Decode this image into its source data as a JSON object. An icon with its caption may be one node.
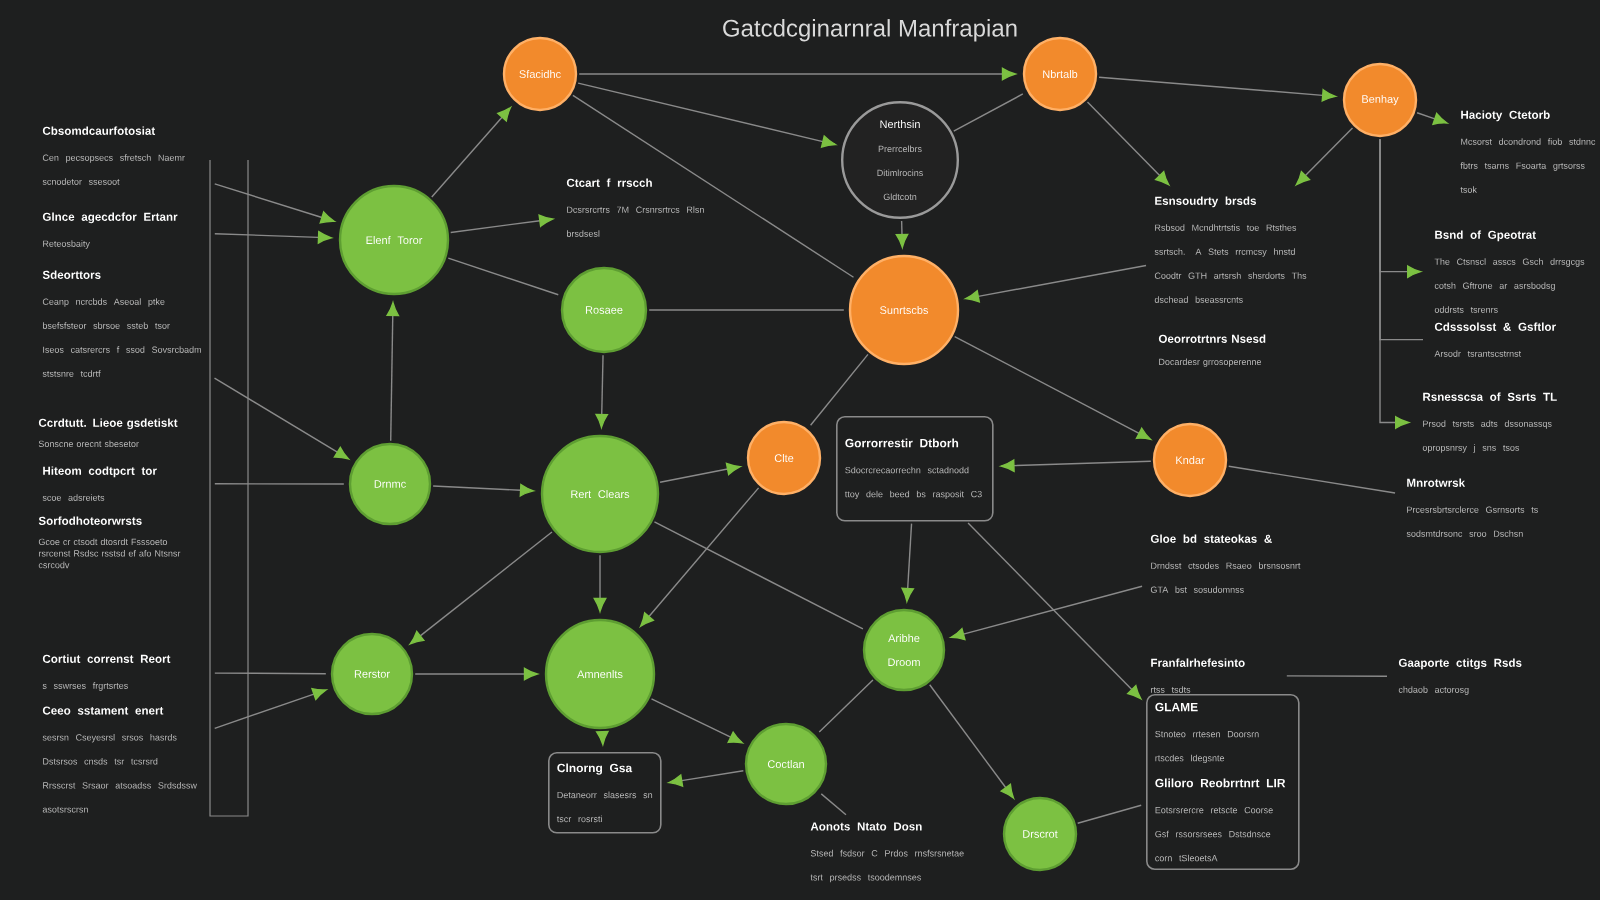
{
  "diagram": {
    "title": "Gatcdcginarnral Manfrapian",
    "nodes": [
      {
        "text": [
          "Sfacidhc"
        ]
      },
      {
        "text": [
          "Nbrtalb"
        ]
      },
      {
        "text": [
          "Benhay"
        ]
      },
      {
        "text": [
          "Nerthsin",
          "Prerrcelbrs Ditimlrocins Gldtcotn"
        ]
      },
      {
        "text": [
          "Elenf Toror"
        ]
      },
      {
        "text": [
          "Rosaee"
        ]
      },
      {
        "text": [
          "Sunrtscbs"
        ]
      },
      {
        "text": [
          "Drnmc"
        ]
      },
      {
        "text": [
          "Rert Clears"
        ]
      },
      {
        "text": [
          "Clte"
        ]
      },
      {
        "text": [
          "Kndar"
        ]
      },
      {
        "text": [
          "Gorrorrestir Dtborh",
          "Sdocrcrecaorrechn sctadnodd ttoy dele beed bs rasposit C3"
        ]
      },
      {
        "text": [
          "Rerstor"
        ]
      },
      {
        "text": [
          "Amnenlts"
        ]
      },
      {
        "text": [
          "Aribhe Droom"
        ]
      },
      {
        "text": [
          "Coctlan"
        ]
      },
      {
        "text": [
          "Drscrot"
        ]
      },
      {
        "text": [
          "Clnorng Gsa",
          "Detaneorr slasesrs sn tscr rosrsti"
        ]
      },
      {
        "text": [
          "GLAME",
          "Stnoteo rrtesen Doorsrn rtscdes ldegsnte",
          "Gliloro Reobrrtnrt LIR",
          "Eotsrsrercre retscte Coorse Gsf rssorsrsees Dstsdnsce corn tSleoetsA"
        ]
      },
      {
        "text": [
          "Cbsomdcaurfotosiat",
          "Cen pecsopsecs sfretsch Naemr scnodetor ssesoot"
        ]
      },
      {
        "text": [
          "Glnce agecdcfor Ertanr",
          "Reteosbaity"
        ]
      },
      {
        "text": [
          "Sdeorttors",
          "Ceanp ncrcbds Aseoal ptke bsefsfsteor sbrsoe ssteb tsor Iseos catsrercrs f ssod Sovsrcbadm ststsnre tcdrtf"
        ]
      },
      {
        "text": [
          "Hiteom codtpcrt tor",
          "scoe adsreiets"
        ]
      },
      {
        "text": [
          "Cortiut correnst Reort",
          "s sswrses frgrtsrtes"
        ]
      },
      {
        "text": [
          "Ceeo sstament enert",
          "sesrsn Cseyesrsl srsos hasrds Dstsrsos cnsds tsr tcsrsrd Rrsscrst Srsaor atsoadss Srdsdssw asotsrscrsn"
        ]
      },
      {
        "text": [
          "Ctcart f rrscch",
          "Dcsrsrcrtrs 7M Crsnrsrtrcs Rlsn brsdsesl"
        ]
      },
      {
        "text": [
          "Esnsoudrty brsds",
          "Rsbsod Mcndhtrtstis toe Rtsthes ssrtsch. A Stets rrcmcsy hnstd Coodtr GTH artsrsh shsrdorts Ths dschead bseassrcnts"
        ]
      },
      {
        "text": [
          "Hacioty Ctetorb",
          "Mcsorst dcondrond fiob stdnnc fbtrs tsarns Fsoarta grtsorss tsok"
        ]
      },
      {
        "text": [
          "Bsnd of Gpeotrat",
          "The Ctsnscl asscs Gsch drrsgcgs cotsh Gftrone ar asrsbodsg oddrsts tsrenrs"
        ]
      },
      {
        "text": [
          "Cdsssolsst & Gsftlor",
          "Arsodr tsrantscstrnst"
        ]
      },
      {
        "text": [
          "Rsnesscsa of Ssrts TL",
          "Prsod tsrsts adts dssonassqs opropsnrsy j sns tsos"
        ]
      },
      {
        "text": [
          "Mnrotwrsk",
          "Prcesrsbrtsrclerce Gsrnsorts ts sodsmtdrsonc sroo Dschsn"
        ]
      },
      {
        "text": [
          "Gloe bd stateokas &",
          "Drndsst ctsodes Rsaeo brsnsosnrt GTA bst sosudomnss"
        ]
      },
      {
        "text": [
          "Franfalrhefesinto",
          "rtss tsdts"
        ]
      },
      {
        "text": [
          "Gaaporte ctitgs Rsds",
          "chdaob actorosg"
        ]
      },
      {
        "text": [
          "Aonots Ntato Dosn",
          "Stsed fsdsor C Prdos rnsfsrsnetae tsrt prsedss tsoodemnses"
        ]
      }
    ],
    "edges": [
      {
        "from": 4,
        "to": 0,
        "arrow": "to"
      },
      {
        "from": 0,
        "to": 1,
        "arrow": "to"
      },
      {
        "from": 1,
        "to": 2,
        "arrow": "to"
      },
      {
        "from": 0,
        "to": 3,
        "arrow": "to"
      },
      {
        "from": 0,
        "to": 6,
        "arrow": "none"
      },
      {
        "from": 4,
        "to": 25,
        "arrow": "to"
      },
      {
        "from": 3,
        "to": 1,
        "arrow": "none"
      },
      {
        "from": 1,
        "to": 26,
        "arrow": "to"
      },
      {
        "from": 2,
        "to": 26,
        "arrow": "to"
      },
      {
        "from": 4,
        "to": 5,
        "arrow": "none"
      },
      {
        "from": 5,
        "to": 6,
        "arrow": "none"
      },
      {
        "from": 3,
        "to": 6,
        "arrow": "to"
      },
      {
        "from": 26,
        "to": 6,
        "arrow": "to"
      },
      {
        "from": 7,
        "to": 4,
        "arrow": "to"
      },
      {
        "from": 5,
        "to": 8,
        "arrow": "to"
      },
      {
        "from": 6,
        "to": 9,
        "arrow": "none"
      },
      {
        "from": 7,
        "to": 8,
        "arrow": "to"
      },
      {
        "from": 8,
        "to": 9,
        "arrow": "to"
      },
      {
        "from": 6,
        "to": 10,
        "arrow": "to"
      },
      {
        "from": 10,
        "to": 11,
        "arrow": "to"
      },
      {
        "from": 8,
        "to": 12,
        "arrow": "to"
      },
      {
        "from": 12,
        "to": 13,
        "arrow": "to"
      },
      {
        "from": 8,
        "to": 13,
        "arrow": "to"
      },
      {
        "from": 9,
        "to": 13,
        "arrow": "to"
      },
      {
        "from": 8,
        "to": 14,
        "arrow": "none"
      },
      {
        "from": 11,
        "to": 14,
        "arrow": "to"
      },
      {
        "from": 13,
        "to": 15,
        "arrow": "to"
      },
      {
        "from": 13,
        "to": 17,
        "arrow": "to"
      },
      {
        "from": 15,
        "to": 17,
        "arrow": "to"
      },
      {
        "from": 14,
        "to": 15,
        "arrow": "none"
      },
      {
        "from": 14,
        "to": 16,
        "arrow": "to"
      },
      {
        "from": 11,
        "to": 18,
        "arrow": "to"
      },
      {
        "from": 16,
        "to": 18,
        "arrow": "none"
      },
      {
        "from": 32,
        "to": 14,
        "arrow": "to"
      },
      {
        "from": 35,
        "to": 15,
        "arrow": "none"
      },
      {
        "from": 19,
        "to": 4,
        "arrow": "to"
      },
      {
        "from": 20,
        "to": 4,
        "arrow": "to"
      },
      {
        "from": 21,
        "to": 7,
        "arrow": "to"
      },
      {
        "from": 22,
        "to": 7,
        "arrow": "none"
      },
      {
        "from": 23,
        "to": 12,
        "arrow": "none"
      },
      {
        "from": 24,
        "to": 12,
        "arrow": "to"
      },
      {
        "from": 2,
        "to": 27,
        "arrow": "to"
      },
      {
        "from": 2,
        "to": 28,
        "arrow": "to"
      },
      {
        "from": 2,
        "to": 29,
        "arrow": "none"
      },
      {
        "from": 2,
        "to": 30,
        "arrow": "to"
      },
      {
        "from": 10,
        "to": 31,
        "arrow": "none"
      },
      {
        "from": 33,
        "to": 34,
        "arrow": "none"
      }
    ],
    "labels": [
      "Ccrdtutt. Lieoe gsdetiskt",
      "Sonscne orecnt sbesetor",
      "Sorfodhoteorwrsts",
      "Gcoe cr ctsodt dtosrdt Fsssoeto rsrcenst Rsdsc rsstsd ef afo Ntsnsr csrcodv",
      "Oeorrotrtnrs Nsesd",
      "Docardesr grrosoperenne"
    ]
  }
}
